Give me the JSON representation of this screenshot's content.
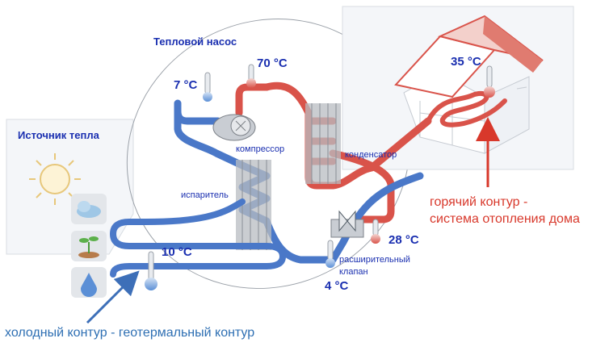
{
  "labels": {
    "heat_pump": "Тепловой насос",
    "heat_source": "Источник тепла",
    "compressor": "компрессор",
    "condenser": "конденсатор",
    "evaporator": "испаритель",
    "expansion_valve_line1": "расширительный",
    "expansion_valve_line2": "клапан"
  },
  "temperatures": {
    "before_compressor": "7 °C",
    "after_compressor": "70 °C",
    "house": "35 °C",
    "after_condenser": "28 °C",
    "after_valve": "4 °C",
    "ground_loop": "10 °C"
  },
  "captions": {
    "hot_line1": "горячий контур -",
    "hot_line2": "система отопления дома",
    "cold": "холодный контур - геотермальный контур"
  },
  "colors": {
    "hot_pipe": "#d9534a",
    "cold_pipe": "#4a78c8",
    "hot_text": "#d8382b",
    "cold_text": "#2e6fb3",
    "label_text": "#1a2fb0"
  },
  "icons": [
    "sun-icon",
    "cloud-icon",
    "plant-icon",
    "water-drop-icon",
    "thermometer-icon",
    "house-icon"
  ]
}
